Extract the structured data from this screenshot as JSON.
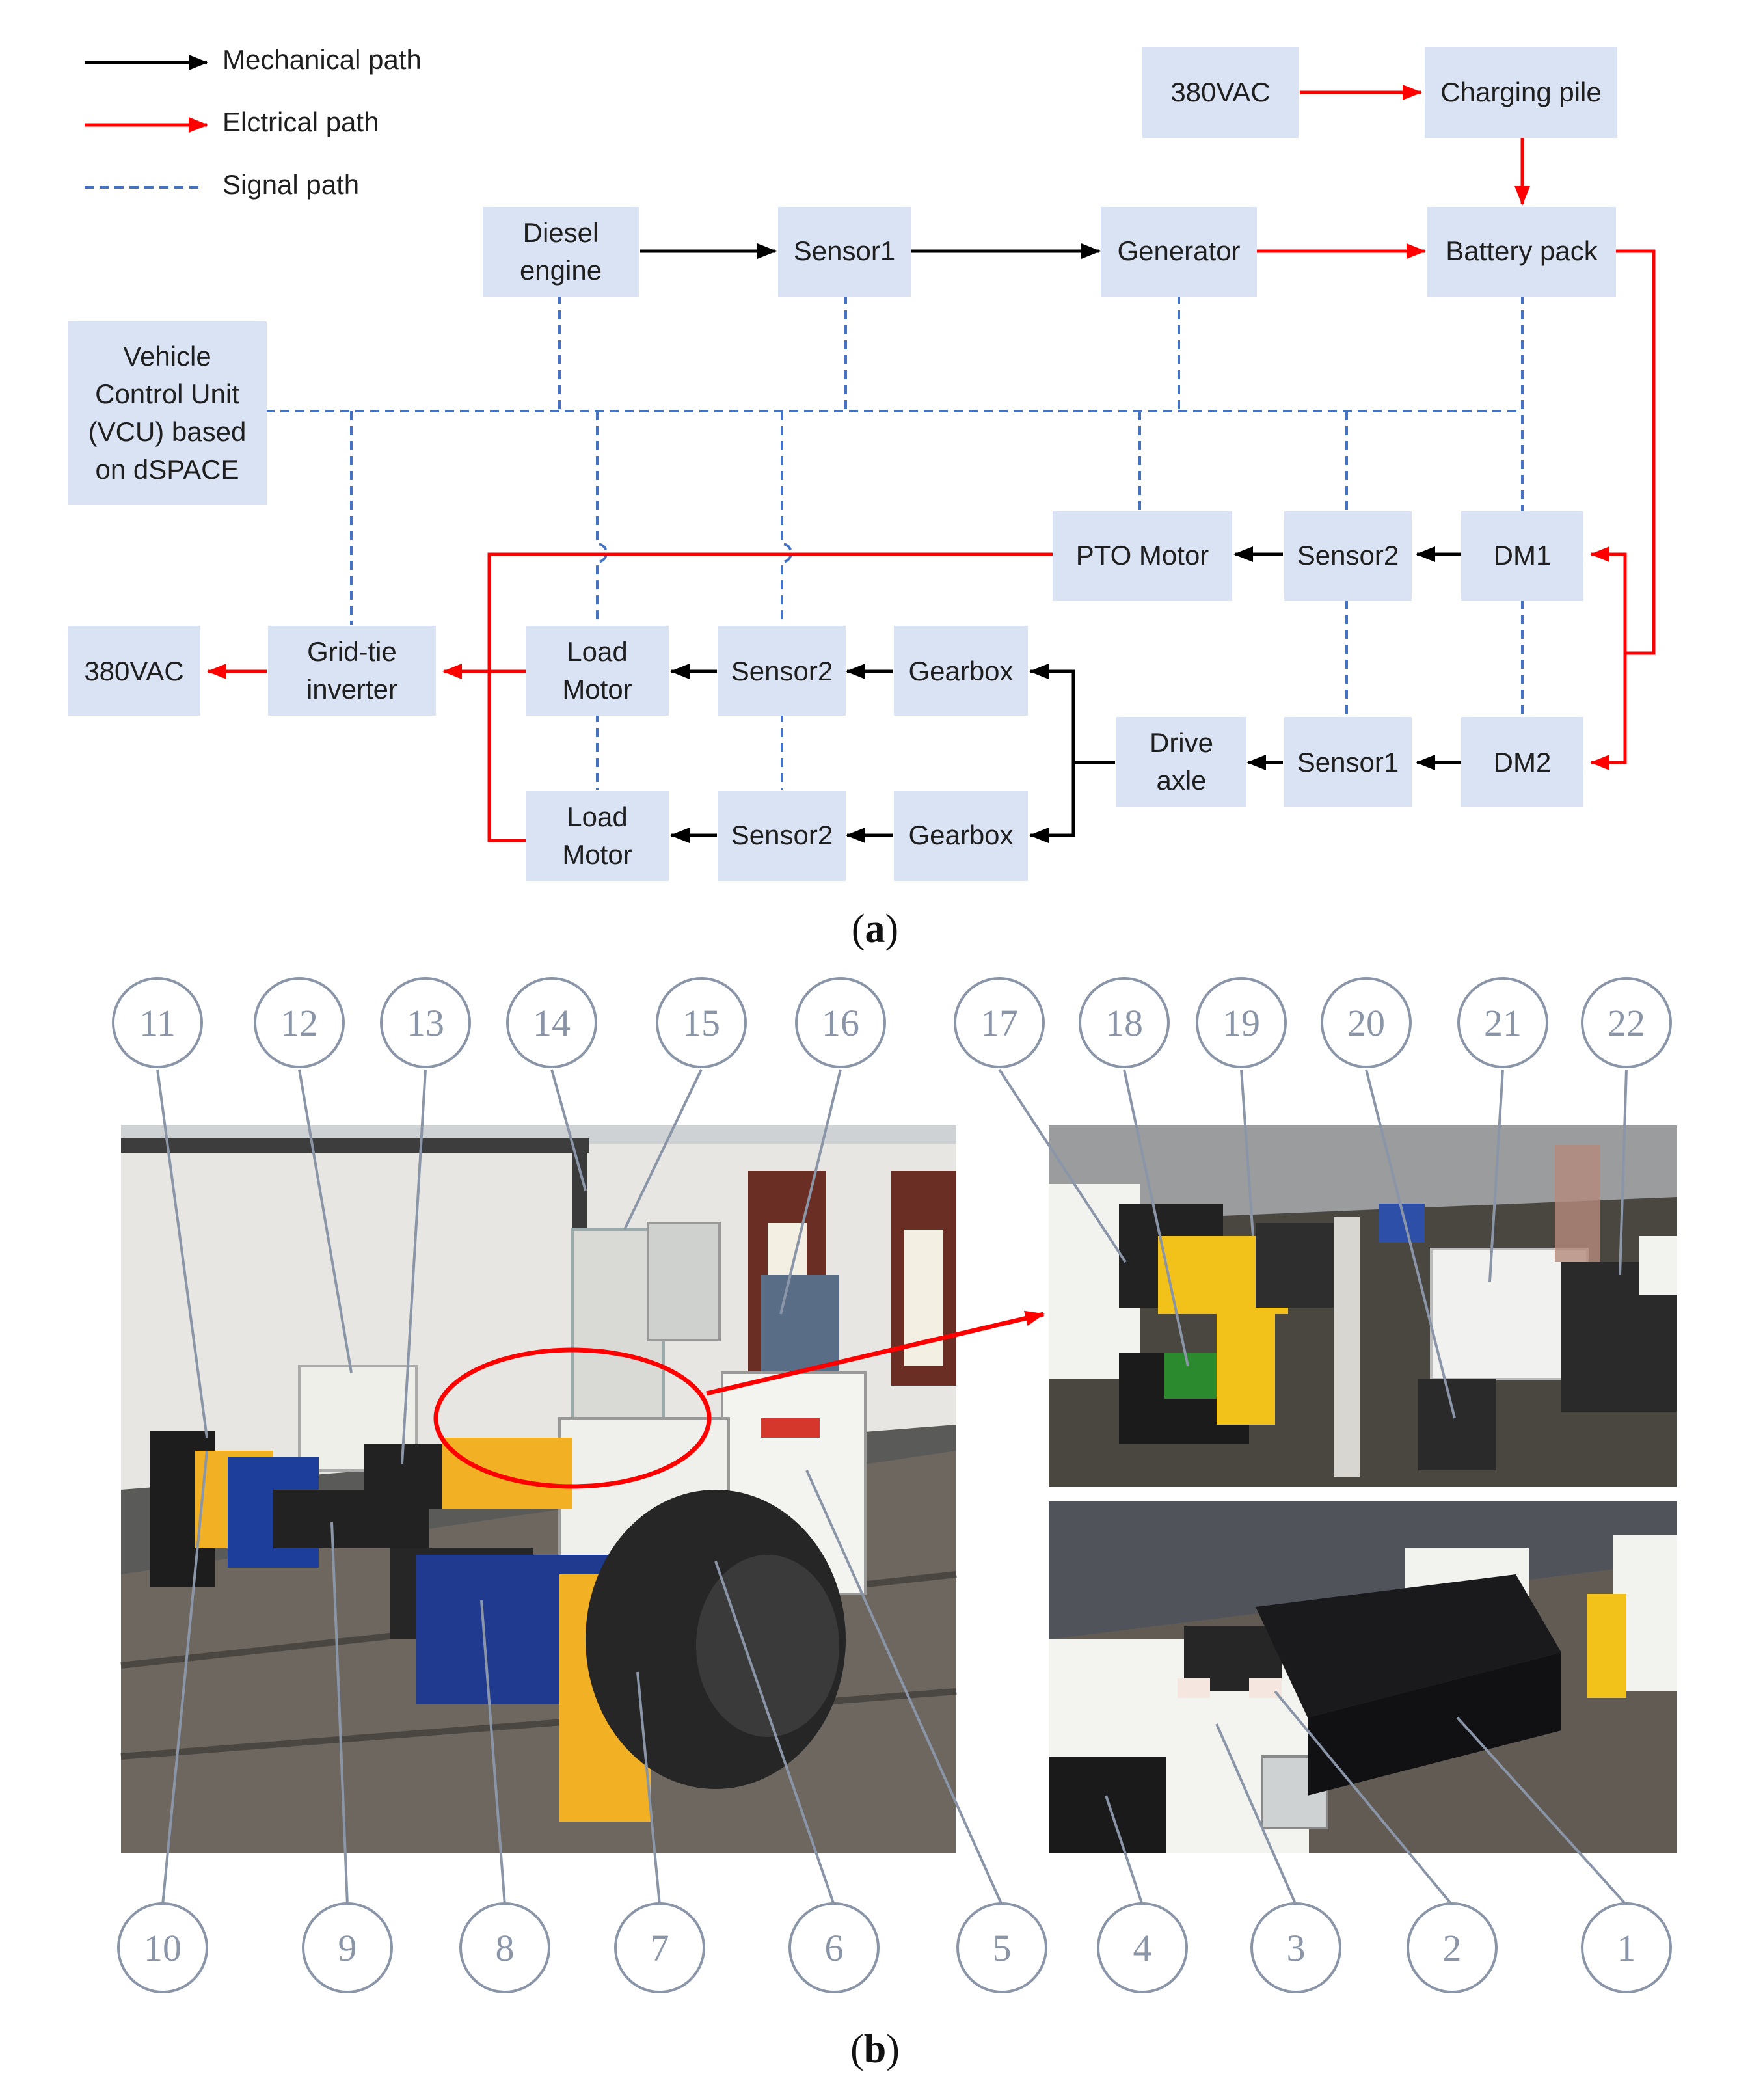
{
  "legend": {
    "mechanical": "Mechanical path",
    "electrical": "Elctrical path",
    "signal": "Signal path"
  },
  "colors": {
    "mechanical": "#000000",
    "electrical": "#ff0000",
    "signal": "#4472c4",
    "box_fill": "#dae3f3",
    "photo_annotation": "#ff0000",
    "callout": "#8a96a8"
  },
  "diagram": {
    "grid_source": "380VAC",
    "charging_pile": "Charging pile",
    "diesel_engine": [
      "Diesel",
      "engine"
    ],
    "sensor1_top": "Sensor1",
    "generator": "Generator",
    "battery_pack": "Battery pack",
    "vcu": [
      "Vehicle",
      "Control Unit",
      "(VCU) based",
      "on dSPACE"
    ],
    "pto_motor": "PTO Motor",
    "sensor2_pto": "Sensor2",
    "dm1": "DM1",
    "grid_output": "380VAC",
    "grid_tie_inverter": [
      "Grid-tie",
      "inverter"
    ],
    "load_motor_1": [
      "Load",
      "Motor"
    ],
    "sensor2_load1": "Sensor2",
    "gearbox_1": "Gearbox",
    "drive_axle": [
      "Drive",
      "axle"
    ],
    "sensor1_axle": "Sensor1",
    "dm2": "DM2",
    "load_motor_2": [
      "Load",
      "Motor"
    ],
    "sensor2_load2": "Sensor2",
    "gearbox_2": "Gearbox"
  },
  "captions": {
    "a": {
      "open": "(",
      "letter": "a",
      "close": ")"
    },
    "b": {
      "open": "(",
      "letter": "b",
      "close": ")"
    }
  },
  "callouts_top": [
    "11",
    "12",
    "13",
    "14",
    "15",
    "16",
    "17",
    "18",
    "19",
    "20",
    "21",
    "22"
  ],
  "callouts_bottom": [
    "10",
    "9",
    "8",
    "7",
    "6",
    "5",
    "4",
    "3",
    "2",
    "1"
  ]
}
